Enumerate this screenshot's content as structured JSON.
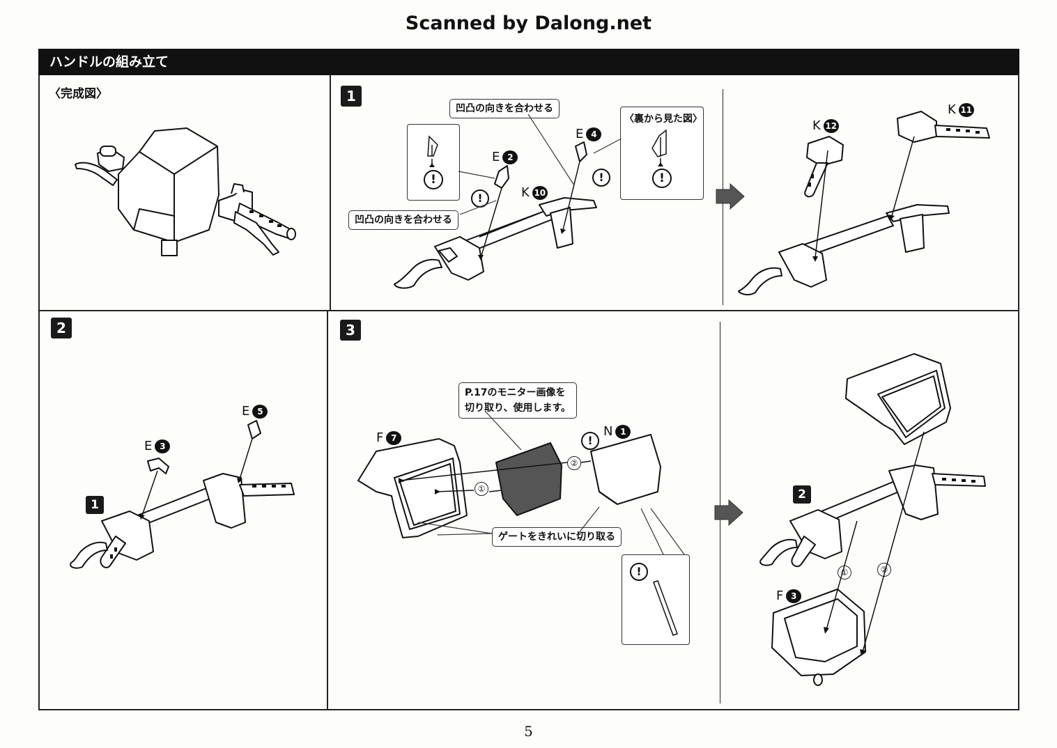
{
  "watermark": "Scanned by Dalong.net",
  "header": {
    "title": "ハンドルの組み立て"
  },
  "completed": {
    "title": "〈完成図〉"
  },
  "step1": {
    "badge": "1",
    "note_align_top": "凹凸の向きを合わせる",
    "note_align_left": "凹凸の向きを合わせる",
    "note_back_view": "〈裏から見た図〉",
    "parts": [
      {
        "letter": "E",
        "num": "2"
      },
      {
        "letter": "E",
        "num": "4"
      },
      {
        "letter": "K",
        "num": "10"
      },
      {
        "letter": "K",
        "num": "12"
      },
      {
        "letter": "K",
        "num": "11"
      }
    ]
  },
  "step2": {
    "badge": "2",
    "sub_badge": "1",
    "parts": [
      {
        "letter": "E",
        "num": "5"
      },
      {
        "letter": "E",
        "num": "3"
      }
    ]
  },
  "step3": {
    "badge": "3",
    "sub_badge": "2",
    "note_monitor": "P.17のモニター画像を\n切り取り、使用します。",
    "note_gate": "ゲートをきれいに切り取る",
    "order_marks": [
      "②",
      "①",
      "①",
      "②"
    ],
    "parts": [
      {
        "letter": "F",
        "num": "7"
      },
      {
        "letter": "N",
        "num": "1"
      },
      {
        "letter": "F",
        "num": "3"
      }
    ]
  },
  "icons": {
    "caution": "caution-icon",
    "next_step": "next-step-arrow-icon"
  },
  "page_number": "5"
}
